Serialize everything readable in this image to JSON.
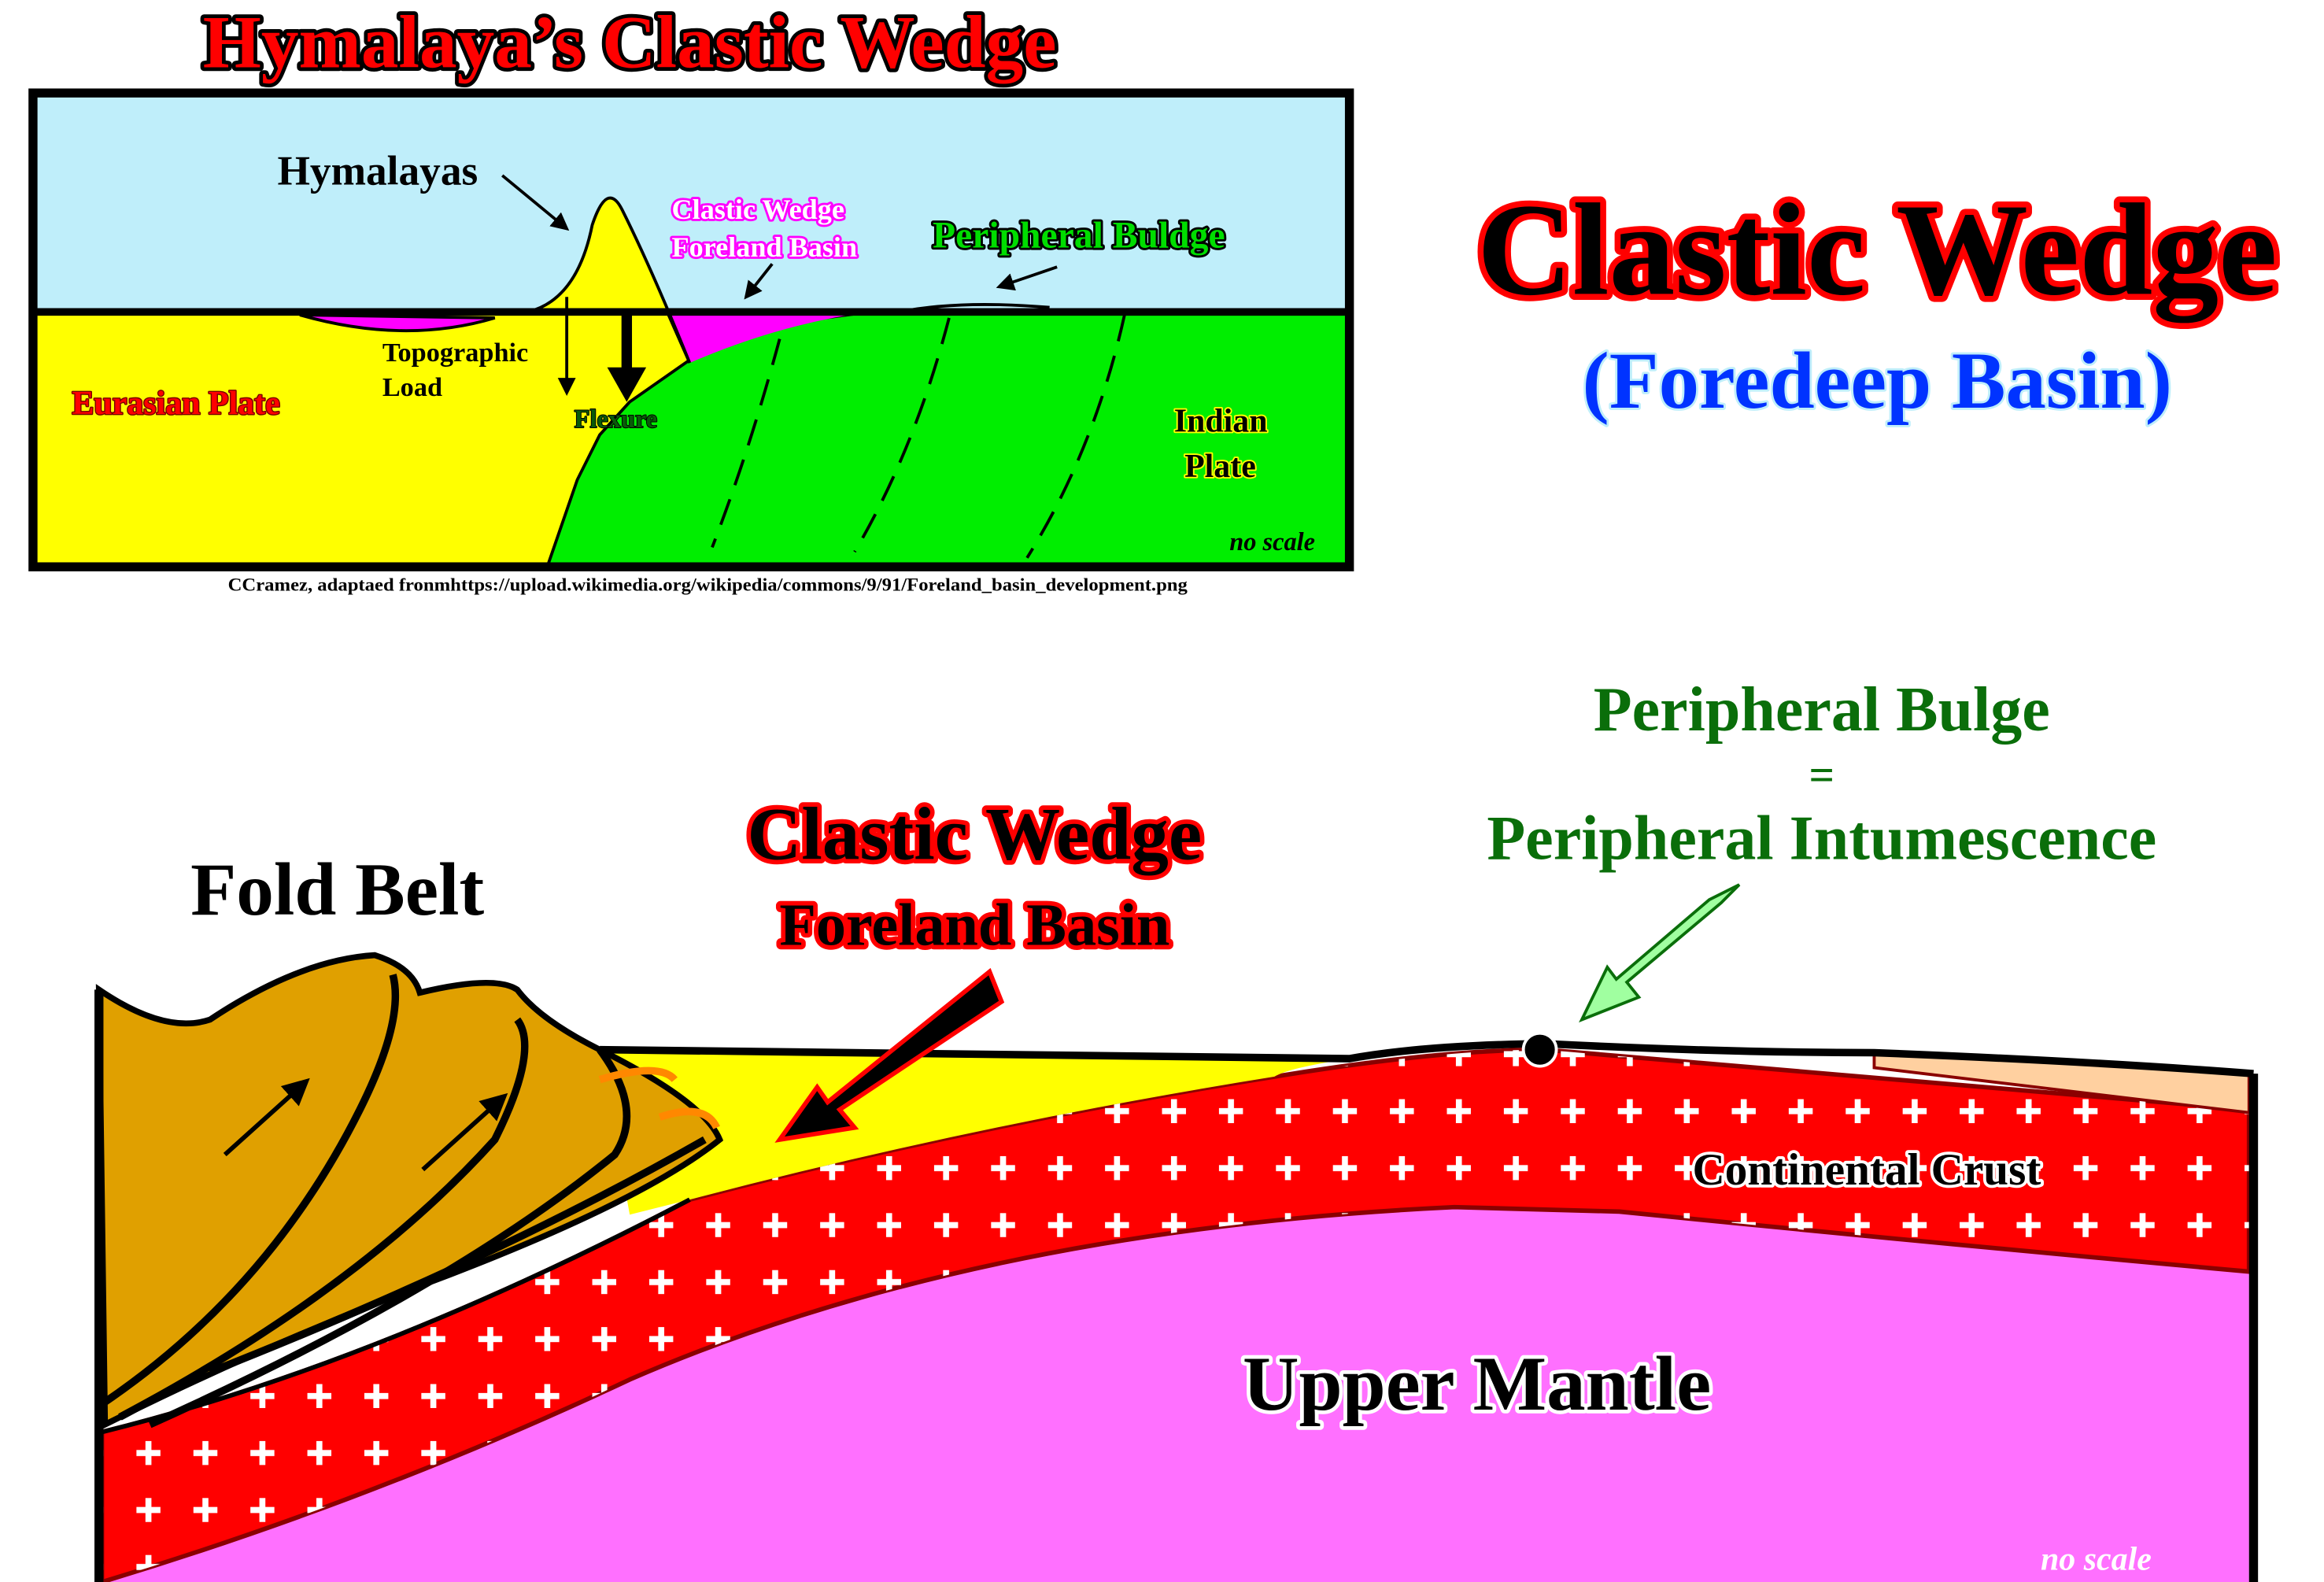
{
  "top_diagram": {
    "title": "Hymalaya’s Clastic Wedge",
    "labels": {
      "hymalayas": "Hymalayas",
      "clastic_wedge": "Clastic Wedge",
      "foreland_basin": "Foreland Basin",
      "peripheral_buldge": "Peripheral Buldge",
      "topographic": "Topographic",
      "load": "Load",
      "eurasian_plate": "Eurasian Plate",
      "flexure": "Flexure",
      "indian": "Indian",
      "plate": "Plate",
      "no_scale": "no scale"
    },
    "caption": "CCramez, adaptaed fronmhttps://upload.wikimedia.org/wikipedia/commons/9/91/Foreland_basin_development.png"
  },
  "heading": {
    "title": "Clastic Wedge",
    "subtitle": "(Foredeep Basin)"
  },
  "bottom_diagram": {
    "peripheral_bulge": "Peripheral Bulge",
    "equals": "=",
    "peripheral_intumescence": "Peripheral Intumescence",
    "fold_belt": "Fold Belt",
    "clastic_wedge": "Clastic Wedge",
    "foreland_basin": "Foreland Basin",
    "continental_crust": "Continental Crust",
    "upper_mantle": "Upper Mantle",
    "no_scale": "no scale"
  },
  "colors": {
    "sky": "#bfeefa",
    "yellow": "#ffff00",
    "green": "#00ee00",
    "magenta": "#ff00ff",
    "crust_red": "#ff0000",
    "mantle_pink": "#ff70ff",
    "fold_belt": "#e0a000",
    "title_blue": "#0033ff",
    "label_green": "#0a6e0a"
  }
}
